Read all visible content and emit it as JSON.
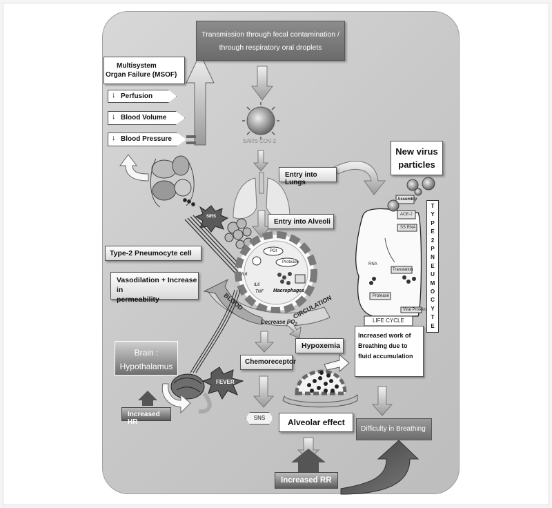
{
  "transmission": {
    "line1": "Transmission through fecal contamination /",
    "line2": "through respiratory oral droplets"
  },
  "msof": {
    "line1": "Multisystem",
    "line2": "Organ Failure  (MSOF)"
  },
  "perfusion": "Perfusion",
  "blood_volume": "Blood Volume",
  "blood_pressure": "Blood Pressure",
  "sars": "SARS COV-2",
  "new_virus": {
    "line1": "New virus",
    "line2": "particles"
  },
  "entry_lungs": "Entry into Lungs",
  "entry_alveoli": "Entry into Alveoli",
  "type2_cell": "Type-2 Pneumocyte cell",
  "sirs": "SIRS",
  "vasodilation": {
    "line1": "Vasodilation + Increase in",
    "line2": "permeability"
  },
  "blood": "BLOOD",
  "circulation": "CIRCULATION",
  "decrease_po2": "Decrease PO",
  "po2_sub": "2",
  "macrophages": "Macrophages",
  "cytokines": [
    "IL6",
    "IL6",
    "TNF"
  ],
  "hypoxemia": "Hypoxemia",
  "chemoreceptor": "Chemoreceptor",
  "brain": {
    "line1": "Brain :",
    "line2": "Hypothalamus"
  },
  "fever": "FEVER",
  "increased_hr": "Increased HR",
  "sns": "SNS",
  "alveolar_effect": "Alveolar effect",
  "increased_work": {
    "line1": "Increased work of",
    "line2": "Breathing due to",
    "line3": "fluid accumulation"
  },
  "difficulty_breathing": "Difficulty in Breathing",
  "increased_rr": "Increased RR",
  "life_cycle": "LIFE CYCLE",
  "type2_pneumocyte_vertical": [
    "T",
    "Y",
    "P",
    "E",
    "2",
    "P",
    "N",
    "E",
    "U",
    "M",
    "O",
    "C",
    "Y",
    "T",
    "E"
  ],
  "lifecycle_labels": {
    "assembly": "Assembly",
    "ace2": "ACE-2",
    "ss_rna": "SS RNA",
    "translation": "Translation",
    "protease": "Protease",
    "viral_proteins": "Viral Proteins",
    "rna": "RNA"
  },
  "cell_labels": {
    "poi": "POI",
    "protease": "Protease"
  }
}
